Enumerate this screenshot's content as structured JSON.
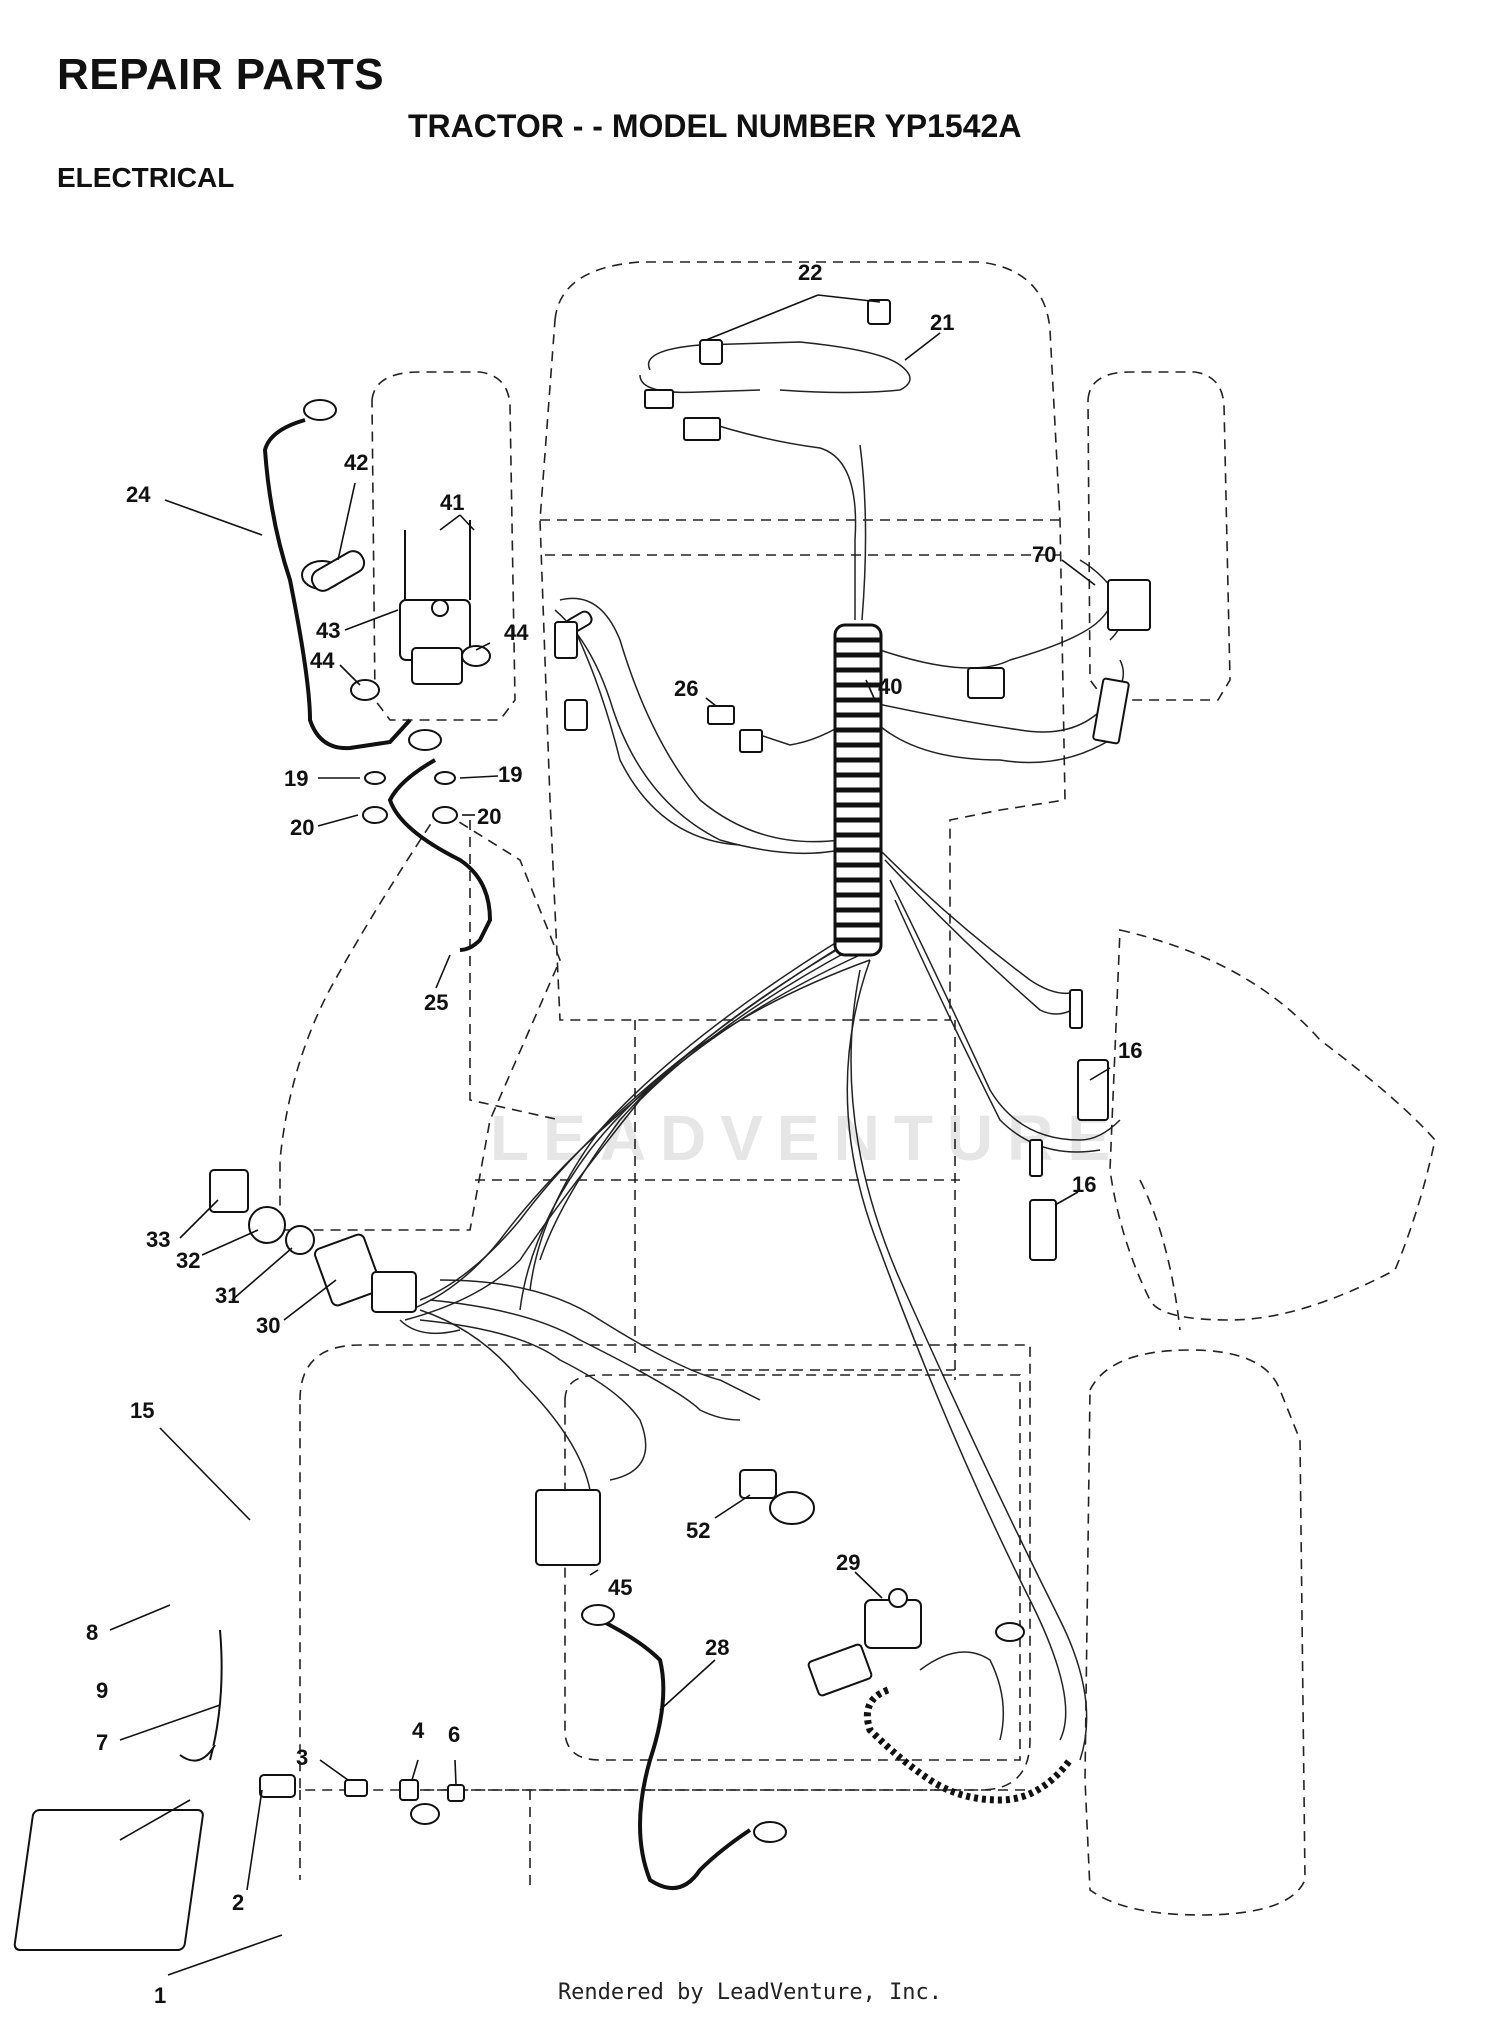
{
  "header": {
    "title": "REPAIR PARTS",
    "subtitle": "TRACTOR - - MODEL NUMBER YP1542A",
    "section": "ELECTRICAL"
  },
  "watermark": "LEADVENTURE",
  "footer": "Rendered by LeadVenture, Inc.",
  "callouts": [
    "1",
    "2",
    "3",
    "4",
    "6",
    "7",
    "8",
    "9",
    "15",
    "16",
    "16",
    "19",
    "19",
    "20",
    "20",
    "21",
    "22",
    "24",
    "25",
    "26",
    "28",
    "29",
    "30",
    "31",
    "32",
    "33",
    "40",
    "41",
    "42",
    "43",
    "44",
    "44",
    "45",
    "52",
    "70"
  ]
}
